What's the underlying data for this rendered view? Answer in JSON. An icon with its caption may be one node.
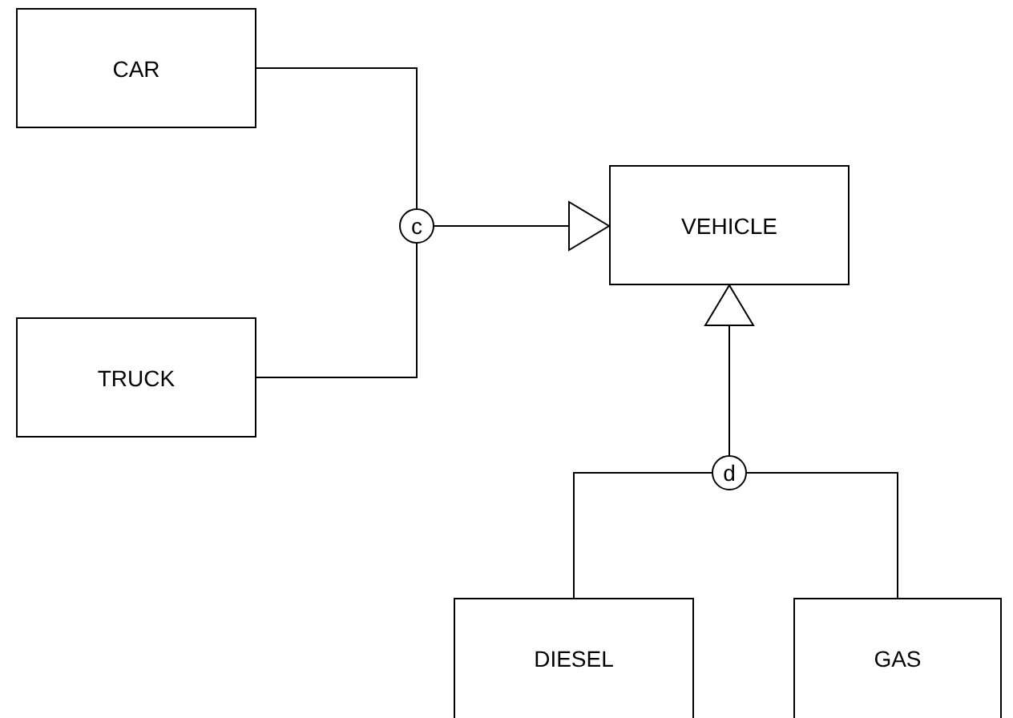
{
  "diagram": {
    "nodes": [
      {
        "text": [
          "CAR"
        ]
      },
      {
        "text": [
          "c"
        ]
      },
      {
        "text": [
          "VEHICLE"
        ]
      },
      {
        "text": [
          "TRUCK"
        ]
      },
      {
        "text": [
          "d"
        ]
      },
      {
        "text": [
          "DIESEL"
        ]
      },
      {
        "text": [
          "GAS"
        ]
      }
    ],
    "edges": [
      {
        "from": 0,
        "to": 1,
        "arrow": "none"
      },
      {
        "from": 3,
        "to": 1,
        "arrow": "none"
      },
      {
        "from": 1,
        "to": 2,
        "arrow": "to"
      },
      {
        "from": 5,
        "to": 4,
        "arrow": "none"
      },
      {
        "from": 6,
        "to": 4,
        "arrow": "none"
      },
      {
        "from": 4,
        "to": 2,
        "arrow": "to"
      }
    ]
  }
}
